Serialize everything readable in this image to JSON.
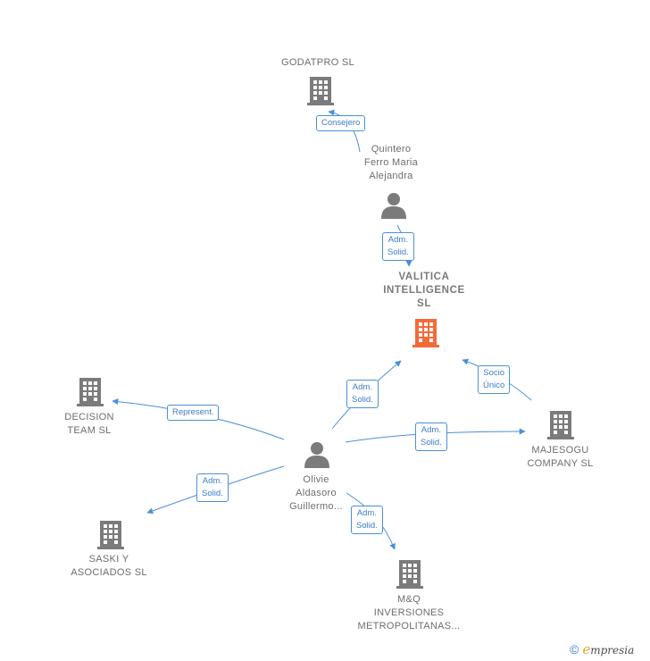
{
  "nodes": {
    "godatpro": {
      "label": "GODATPRO  SL",
      "type": "company"
    },
    "quintero": {
      "label": "Quintero\nFerro Maria\nAlejandra",
      "type": "person"
    },
    "valitica": {
      "label": "VALITICA\nINTELLIGENCE\nSL",
      "type": "company-main"
    },
    "decision": {
      "label": "DECISION\nTEAM SL",
      "type": "company"
    },
    "majesogu": {
      "label": "MAJESOGU\nCOMPANY  SL",
      "type": "company"
    },
    "olivie": {
      "label": "Olivie\nAldasoro\nGuillermo...",
      "type": "person"
    },
    "saski": {
      "label": "SASKI Y\nASOCIADOS SL",
      "type": "company"
    },
    "mq": {
      "label": "M&Q\nINVERSIONES\nMETROPOLITANAS...",
      "type": "company"
    }
  },
  "edges": {
    "consejero": "Consejero",
    "adm_quintero": "Adm.\nSolid.",
    "socio": "Socio\nÚnico",
    "adm_valitica": "Adm.\nSolid.",
    "represent": "Represent.",
    "adm_majesogu": "Adm.\nSolid.",
    "adm_saski": "Adm.\nSolid.",
    "adm_mq": "Adm.\nSolid."
  },
  "colors": {
    "edge": "#4a90d9",
    "icon": "#7b7b7b",
    "main_icon": "#f26b3a"
  },
  "footer": {
    "copyright": "©",
    "brand_initial": "e",
    "brand_rest": "mpresia"
  }
}
